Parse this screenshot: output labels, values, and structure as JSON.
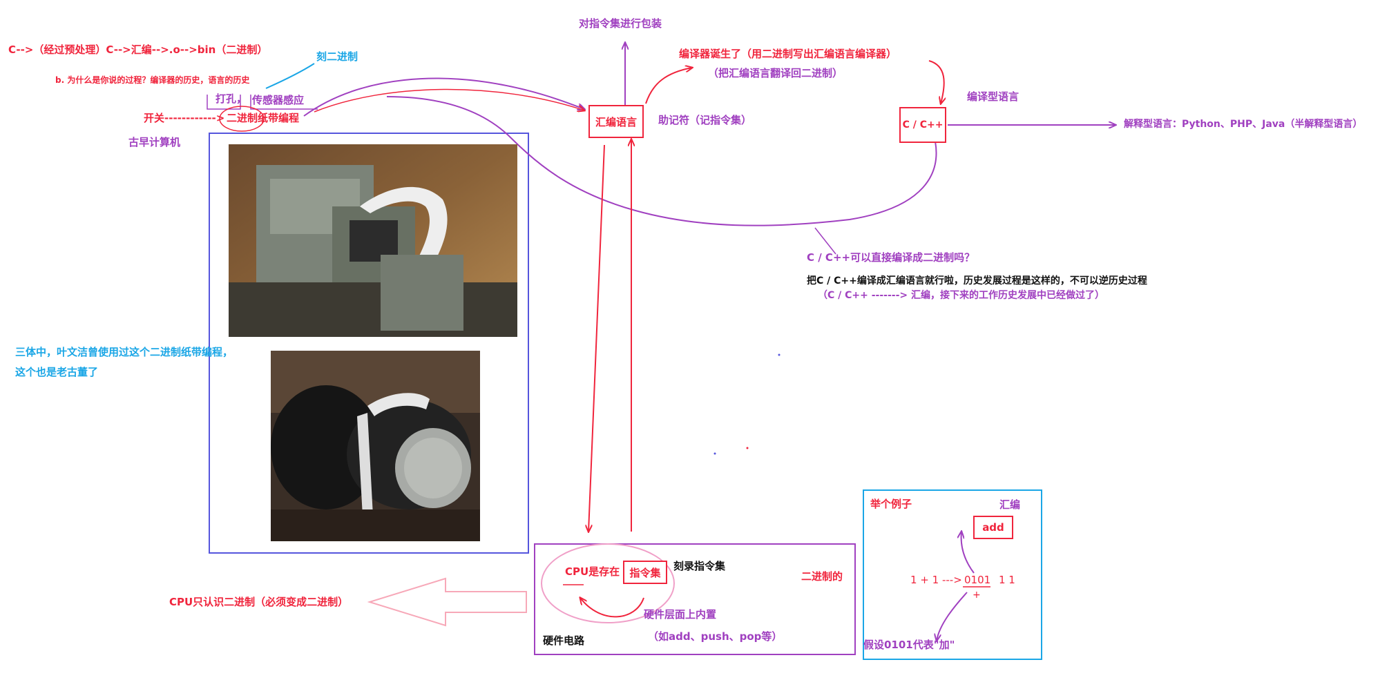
{
  "top": {
    "pipeline": "C-->（经过预处理）C-->汇编-->.o-->bin（二进制）",
    "question": "b. 为什么是你说的过程？编译器的历史，语言的历史",
    "engrave": "刻二进制",
    "punch": "打孔，",
    "sensor": "传感器感应",
    "switch": "开关------------>",
    "tape": "二进制纸带编程",
    "early_computer": "古早计算机"
  },
  "left_note": {
    "line1": "三体中，叶文洁曾使用过这个二进制纸带编程，",
    "line2": "这个也是老古董了"
  },
  "asm": {
    "box_label": "汇编语言",
    "wrap": "对指令集进行包装",
    "mnemonic": "助记符（记指令集）"
  },
  "compiler": {
    "born": "编译器诞生了（用二进制写出汇编语言编译器）",
    "translate": "（把汇编语言翻译回二进制）",
    "compiled_lang": "编译型语言",
    "box_label": "C / C++",
    "interpreted": "解释型语言：Python、PHP、Java（半解释型语言）"
  },
  "question2": {
    "title": "C / C++可以直接编译成二进制吗？",
    "answer": "把C / C++编译成汇编语言就行啦，历史发展过程是这样的，不可以逆历史过程",
    "detail": "（C / C++ -------> 汇编，接下来的工作历史发展中已经做过了）"
  },
  "cpu": {
    "stored": "CPU是存在",
    "set_box": "指令集",
    "burn": "刻录指令集",
    "binary": "二进制的",
    "builtin": "硬件层面上内置",
    "examples": "（如add、push、pop等）",
    "circuit": "硬件电路",
    "only_binary": "CPU只认识二进制（必须变成二进制）"
  },
  "example": {
    "title": "举个例子",
    "asm_label": "汇编",
    "add": "add",
    "expr": "1 + 1 --->",
    "bits": "0101",
    "ones": "1  1",
    "plus": "+",
    "assume": "假设0101代表\"加\""
  },
  "colors": {
    "red": "#f0243c",
    "purple": "#a040c0",
    "cyan": "#1aa6e6",
    "blue_frame": "#5555dd",
    "pink_ellipse": "#f0a0c8"
  }
}
